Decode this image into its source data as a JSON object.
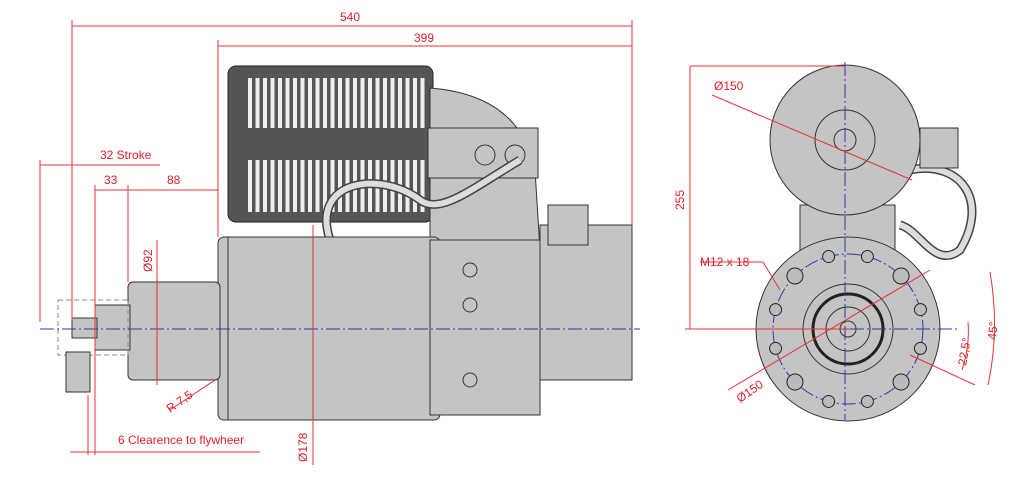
{
  "side_view": {
    "dims": {
      "overall_length": "540",
      "motor_length": "399",
      "stroke": "32 Stroke",
      "pinion_offset": "33",
      "nose_length": "88",
      "nose_diameter": "Ø92",
      "fillet_radius": "R 7,5",
      "clearance": "6 Clearence to flywheer",
      "body_diameter": "Ø178"
    }
  },
  "end_view": {
    "dims": {
      "solenoid_diameter": "Ø150",
      "height": "255",
      "bolt_thread": "M12 x 18",
      "bolt_circle": "Ø150",
      "angle_small": "22,5°",
      "angle_large": "45°"
    }
  },
  "colors": {
    "dimension": "#e0202a",
    "centerline": "#3333aa",
    "body": "#c4c4c4"
  }
}
